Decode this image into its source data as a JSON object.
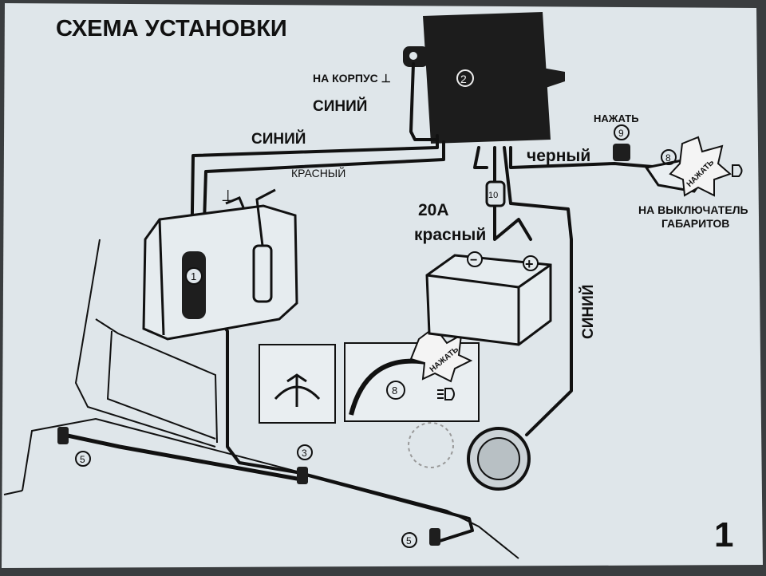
{
  "title": "СХЕМА УСТАНОВКИ",
  "page_number": "1",
  "labels": {
    "ground": "НА КОРПУС ⊥",
    "blue_1": "СИНИЙ",
    "blue_2": "СИНИЙ",
    "red_1": "КРАСНЫЙ",
    "black": "черный",
    "fuse_rating": "20А",
    "red_2": "красный",
    "blue_3": "СИНИЙ",
    "press_top": "НАЖАТЬ",
    "press_inset": "НАЖАТЬ",
    "press_switch": "НАЖАТЬ",
    "switch_line1": "НА ВЫКЛЮЧАТЕЛЬ",
    "switch_line2": "ГАБАРИТОВ"
  },
  "callouts": {
    "c1": "1",
    "c2": "2",
    "c3": "3",
    "c5a": "5",
    "c5b": "5",
    "c8a": "8",
    "c8b": "8",
    "c9": "9",
    "c10": "10"
  },
  "symbols": {
    "minus": "−",
    "plus": "+",
    "ground": "⊥"
  },
  "colors": {
    "background": "#dfe6ea",
    "ink": "#111111",
    "panel": "#e9eef1"
  }
}
